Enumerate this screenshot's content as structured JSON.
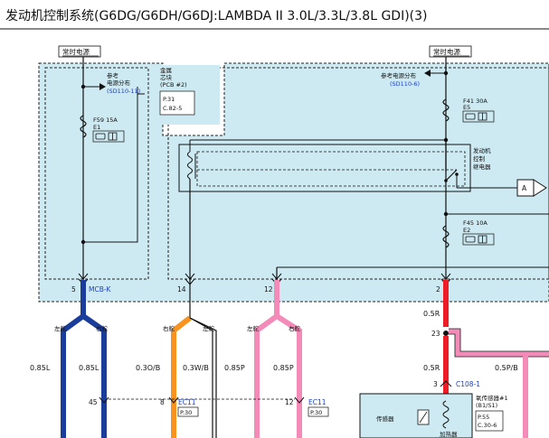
{
  "title": "发动机控制系统(G6DG/G6DH/G6DJ:LAMBDA II 3.0L/3.3L/3.8L GDI)(3)",
  "labels": {
    "power_left": "常时电源",
    "power_right": "常时电源",
    "ref_left_1": "参考",
    "ref_left_2": "电源分布",
    "ref_left_3": "(SD110-11)",
    "ref_right_1": "参考电源分布",
    "ref_right_2": "(SD110-6)",
    "metal_1": "金属",
    "metal_2": "芯块",
    "metal_3": "(PCB #2)",
    "metal_4": "P.31",
    "metal_5": "C.82-5",
    "fuse_left_name": "F59 15A",
    "fuse_left_num": "E1",
    "fuse_right1_name": "F41 30A",
    "fuse_right1_num": "E5",
    "fuse_right2_name": "F45 10A",
    "fuse_right2_num": "E2",
    "relay_1": "发动机",
    "relay_2": "控制",
    "relay_3": "继电器",
    "conn_a": "A",
    "pin5": "5",
    "pin14": "14",
    "pin12": "12",
    "pin2": "2",
    "mcbk": "MCB-K",
    "wire_05R_top": "0.5R",
    "pin23": "23",
    "wire_05R_bot": "0.5R",
    "wire_05PB": "0.5P/B",
    "pin3": "3",
    "c108": "C108-1",
    "lhd1": "左舵",
    "rhd1": "右舵",
    "rhd2": "右舵",
    "lhd2": "左舵",
    "lhd3": "左舵",
    "rhd3": "右舵",
    "w085L_a": "0.85L",
    "w085L_b": "0.85L",
    "w03OB": "0.3O/B",
    "w03WB": "0.3W/B",
    "w085P_a": "0.85P",
    "w085P_b": "0.85P",
    "pin45": "45",
    "pin8": "8",
    "ec11_a": "EC11",
    "p30_a": "P.30",
    "pin12b": "12",
    "ec11_b": "EC11",
    "p30_b": "P.30",
    "sensor_1": "氧传感器#1",
    "sensor_2": "(B1/S1)",
    "sensor_3": "P.55",
    "sensor_4": "C.30-6",
    "sensor_5": "传感器",
    "sensor_6": "加热器"
  }
}
